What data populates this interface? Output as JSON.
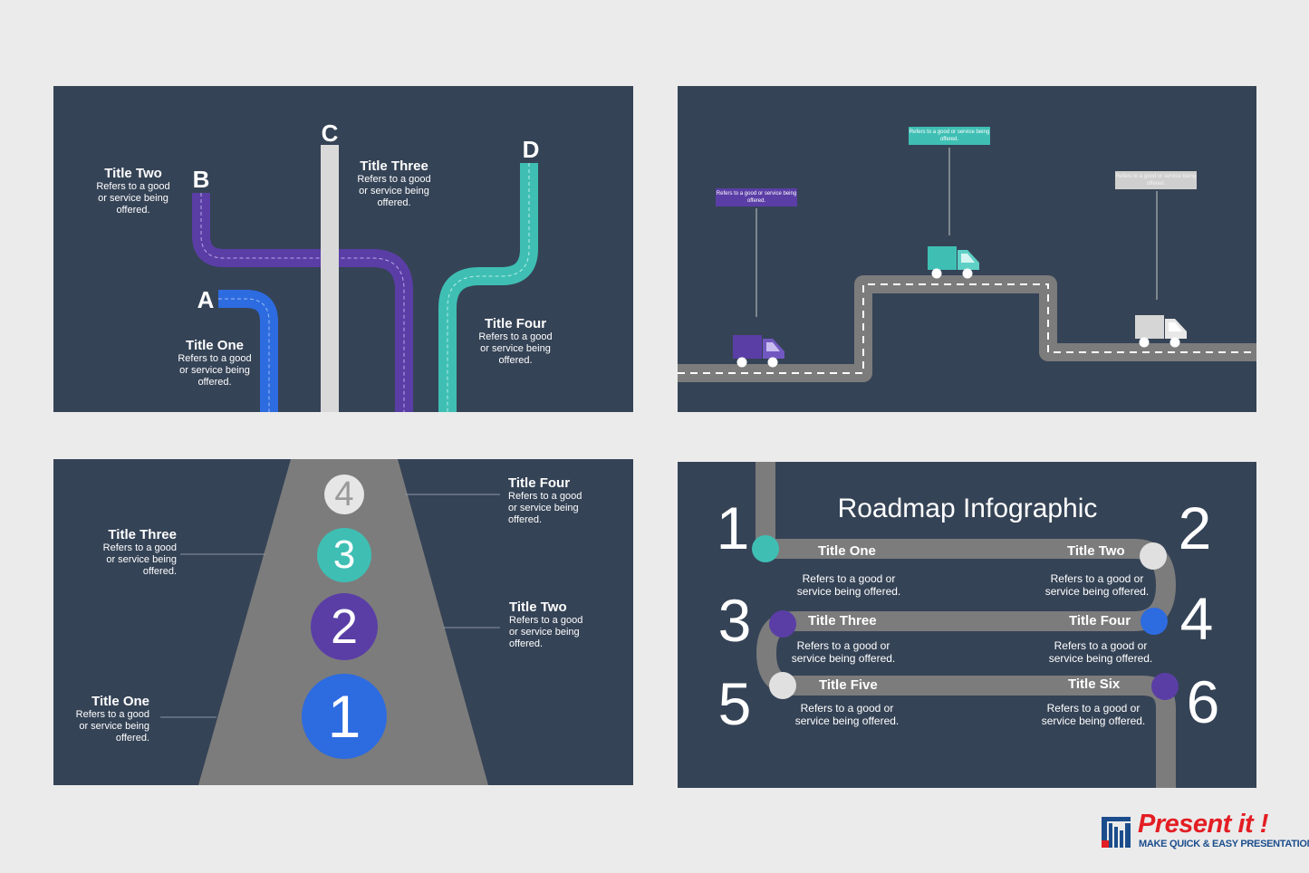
{
  "slide1": {
    "letters": {
      "a": "A",
      "b": "B",
      "c": "C",
      "d": "D"
    },
    "items": [
      {
        "title": "Title One",
        "desc": "Refers to a good or service  being offered."
      },
      {
        "title": "Title Two",
        "desc": "Refers to a good or service  being offered."
      },
      {
        "title": "Title Three",
        "desc": "Refers to a good or service  being offered."
      },
      {
        "title": "Title Four",
        "desc": "Refers to a good or service  being offered."
      }
    ],
    "colors": {
      "a": "#2d6be0",
      "b": "#5a3ea6",
      "c": "#d9d9d9",
      "d": "#3fbfb4"
    }
  },
  "slide2": {
    "tags": [
      {
        "text": "Refers to a good or service being offered.",
        "color": "#5a3ea6"
      },
      {
        "text": "Refers to a good or service being offered.",
        "color": "#3fbfb4"
      },
      {
        "text": "Refers to a good or service being offered.",
        "color": "#d0d0d0"
      }
    ],
    "icons": [
      "truck-icon",
      "truck-icon",
      "truck-icon"
    ]
  },
  "slide3": {
    "badges": [
      "4",
      "3",
      "2",
      "1"
    ],
    "badge_colors": [
      "#e6e6e6",
      "#3fbfb4",
      "#5a3ea6",
      "#2d6be0"
    ],
    "items": [
      {
        "title": "Title Four",
        "desc": "Refers to a good or service being offered."
      },
      {
        "title": "Title Three",
        "desc": "Refers to a good or service being offered."
      },
      {
        "title": "Title Two",
        "desc": "Refers to a good or service being offered."
      },
      {
        "title": "Title One",
        "desc": "Refers to a good or service  being offered."
      }
    ]
  },
  "slide4": {
    "heading": "Roadmap Infographic",
    "numbers": [
      "1",
      "2",
      "3",
      "4",
      "5",
      "6"
    ],
    "items": [
      {
        "title": "Title One",
        "desc": "Refers to a good or service being offered."
      },
      {
        "title": "Title Two",
        "desc": "Refers to a good or service being offered."
      },
      {
        "title": "Title Three",
        "desc": "Refers to a good or service being offered."
      },
      {
        "title": "Title Four",
        "desc": "Refers to a good or service being offered."
      },
      {
        "title": "Title Five",
        "desc": "Refers to a good or service being offered."
      },
      {
        "title": "Title Six",
        "desc": "Refers to a good or service being offered."
      }
    ],
    "dot_colors": [
      "#3fbfb4",
      "#e0e0e0",
      "#5a3ea6",
      "#2d6be0",
      "#e0e0e0",
      "#5a3ea6"
    ]
  },
  "brand": {
    "name": "Present it !",
    "tagline": "MAKE QUICK & EASY PRESENTATIONS",
    "icon": "logo-icon"
  }
}
